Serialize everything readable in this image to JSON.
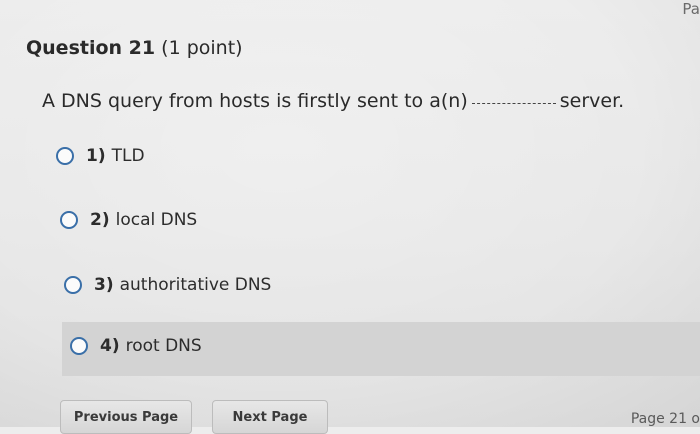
{
  "header_corner": {
    "text": "Pa"
  },
  "question": {
    "number_label": "Question 21",
    "points_label": "(1 point)",
    "text_before_blank": "A DNS query from hosts is firstly sent to a(n)",
    "text_after_blank": "server."
  },
  "options": [
    {
      "num": "1)",
      "label": "TLD",
      "selected": false
    },
    {
      "num": "2)",
      "label": "local DNS",
      "selected": false
    },
    {
      "num": "3)",
      "label": "authoritative DNS",
      "selected": false
    },
    {
      "num": "4)",
      "label": "root DNS",
      "selected": false,
      "highlighted": true
    }
  ],
  "navigation": {
    "previous_label": "Previous Page",
    "next_label": "Next Page",
    "page_indicator": "Page 21 o"
  },
  "colors": {
    "radio_border": "#3a6fa8",
    "highlight_row": "#d3d3d3",
    "background": "#ececec"
  }
}
